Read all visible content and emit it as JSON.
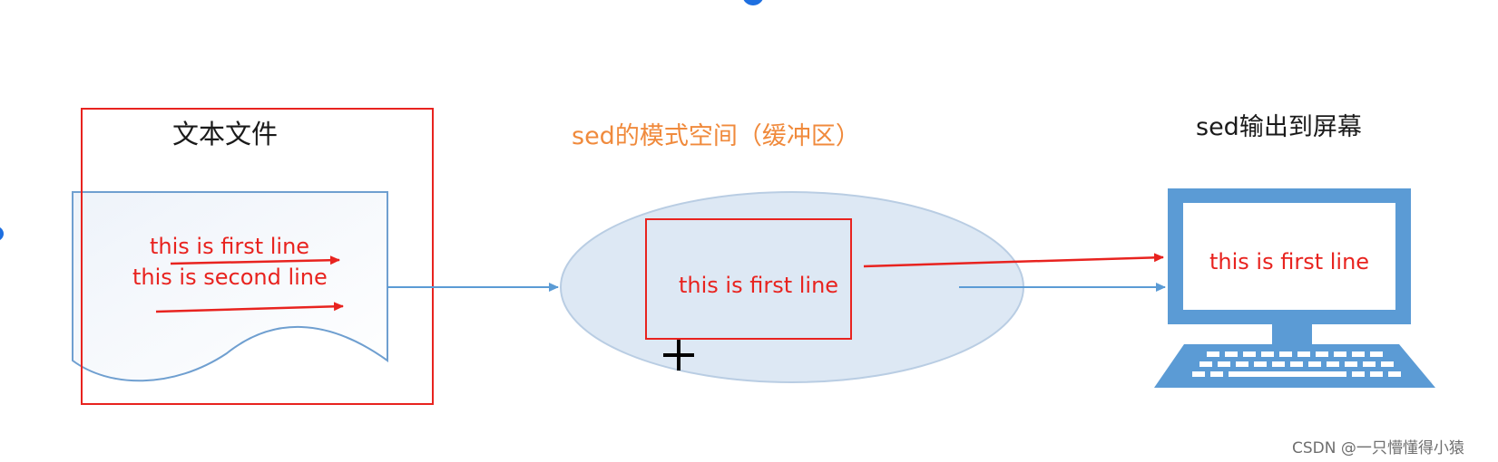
{
  "titles": {
    "text_file": "文本文件",
    "pattern_space": "sed的模式空间（缓冲区）",
    "screen_output": "sed输出到屏幕"
  },
  "file_lines": [
    "this is first line",
    "this is second line"
  ],
  "buffer_line": "this is first line",
  "screen_line": "this is first line",
  "watermark": "CSDN @一只懵懂得小猿",
  "colors": {
    "highlight_red": "#e8231f",
    "arrow_blue": "#5b9bd5",
    "buffer_fill": "#dde8f4",
    "monitor_blue": "#5b9bd5",
    "title_orange": "#f08a3c"
  }
}
